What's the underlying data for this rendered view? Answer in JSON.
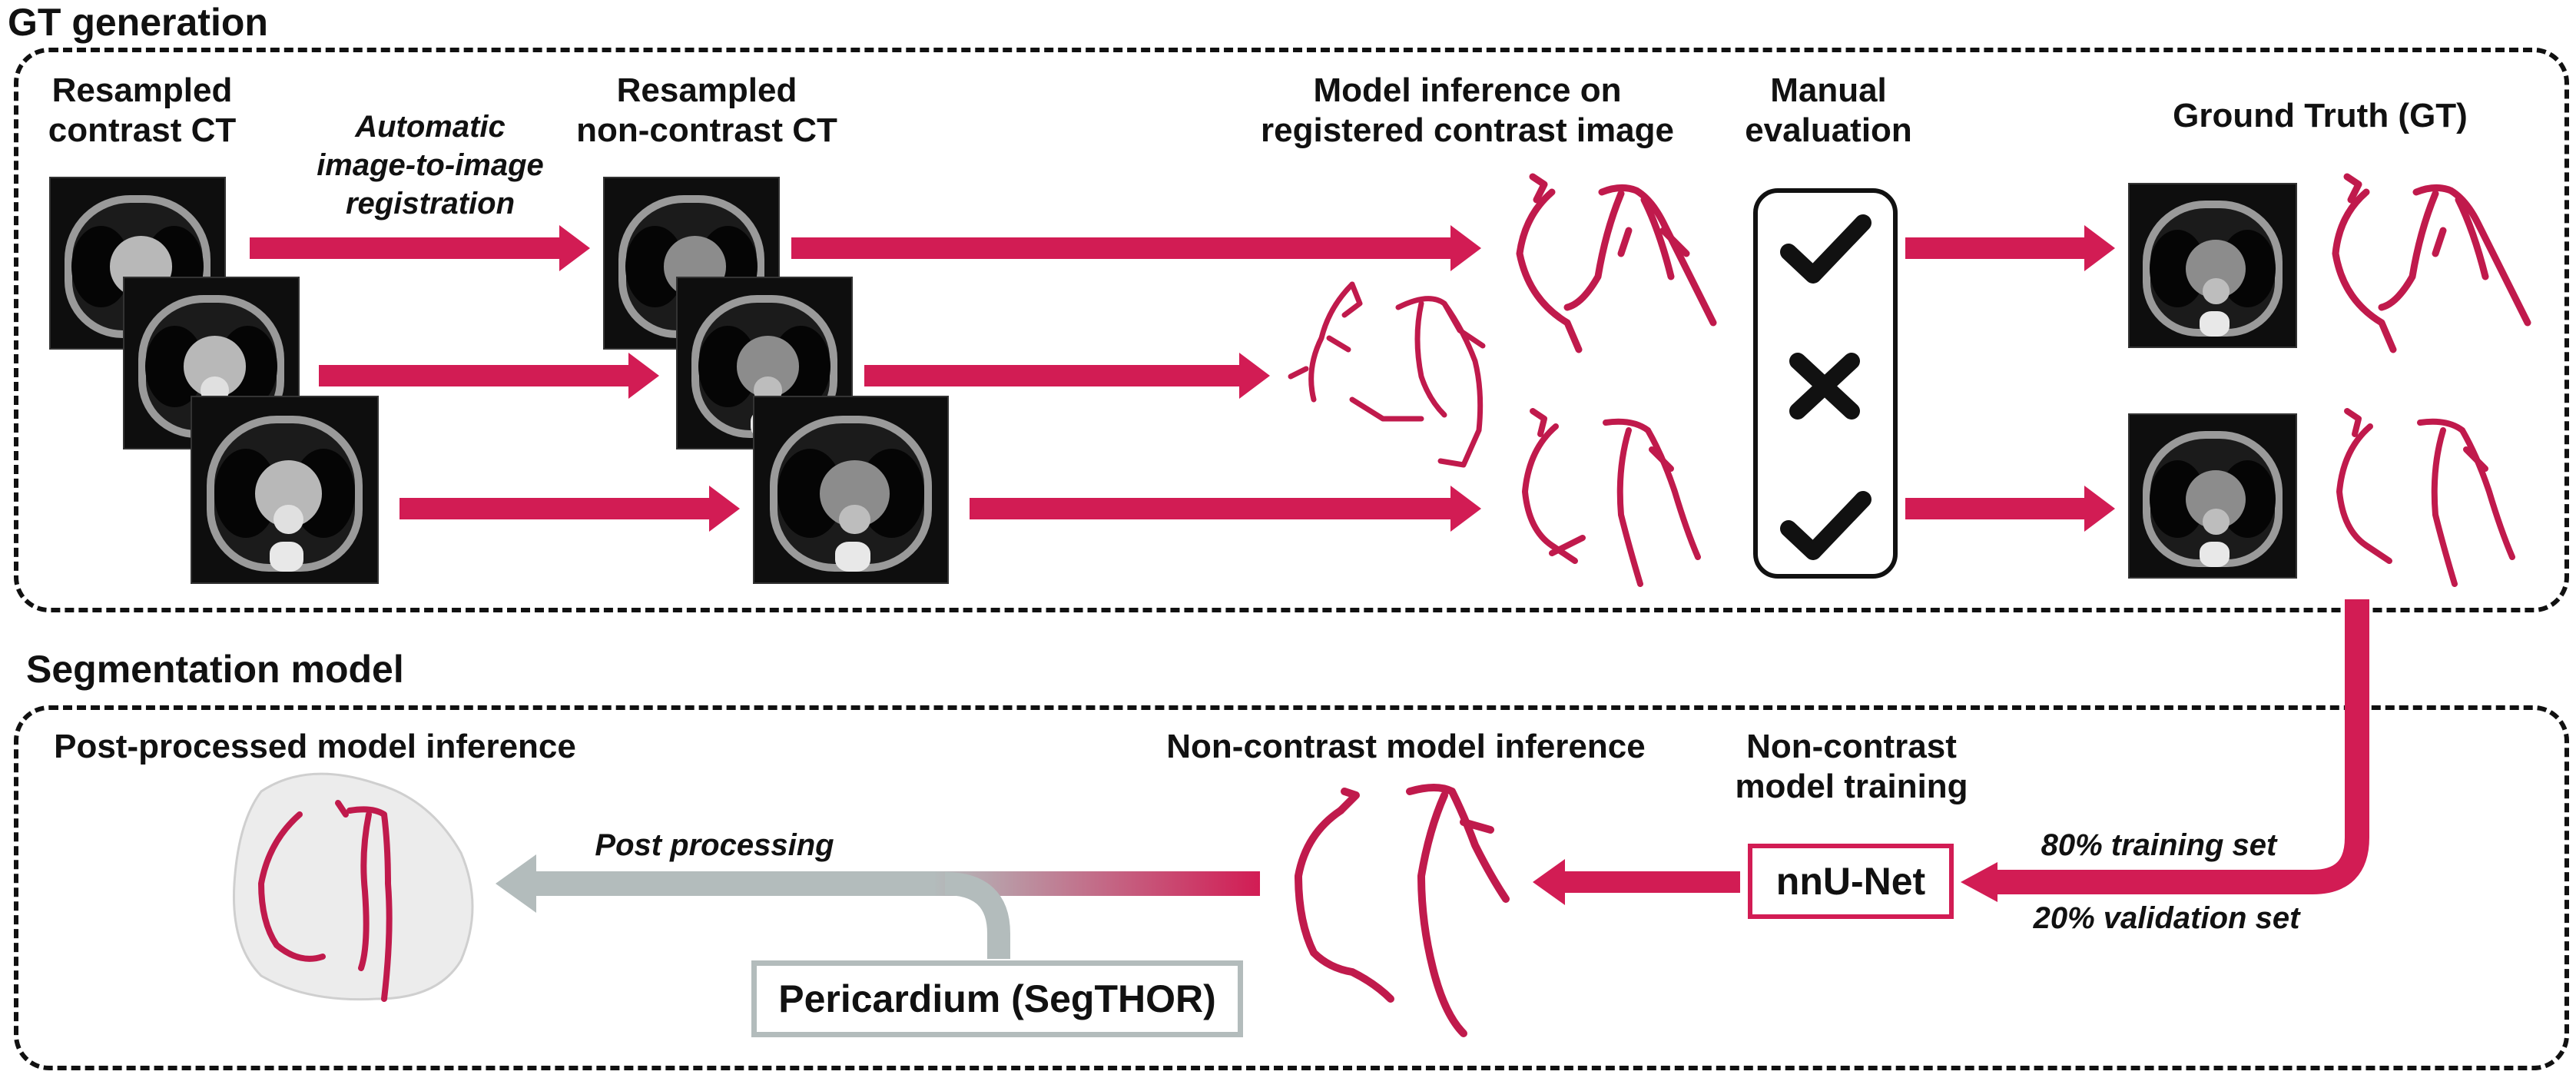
{
  "sections": {
    "gt_title": "GT generation",
    "seg_title": "Segmentation model"
  },
  "labels": {
    "resampled_contrast": "Resampled\ncontrast CT",
    "registration": "Automatic\nimage-to-image\nregistration",
    "resampled_noncontrast": "Resampled\nnon-contrast CT",
    "model_inference": "Model inference on\nregistered contrast image",
    "manual_eval": "Manual\nevaluation",
    "ground_truth": "Ground Truth (GT)",
    "postprocessed": "Post-processed model inference",
    "noncontrast_inference": "Non-contrast model inference",
    "noncontrast_training": "Non-contrast\nmodel training",
    "post_processing": "Post processing",
    "training_set": "80% training set",
    "validation_set": "20% validation set"
  },
  "boxes": {
    "nnunet": "nnU-Net",
    "pericardium": "Pericardium (SegTHOR)"
  },
  "evaluation_marks": [
    "check",
    "cross",
    "check"
  ],
  "colors": {
    "accent": "#d21c54",
    "grey_arrow": "#b3bcbc",
    "frame": "#111111"
  }
}
